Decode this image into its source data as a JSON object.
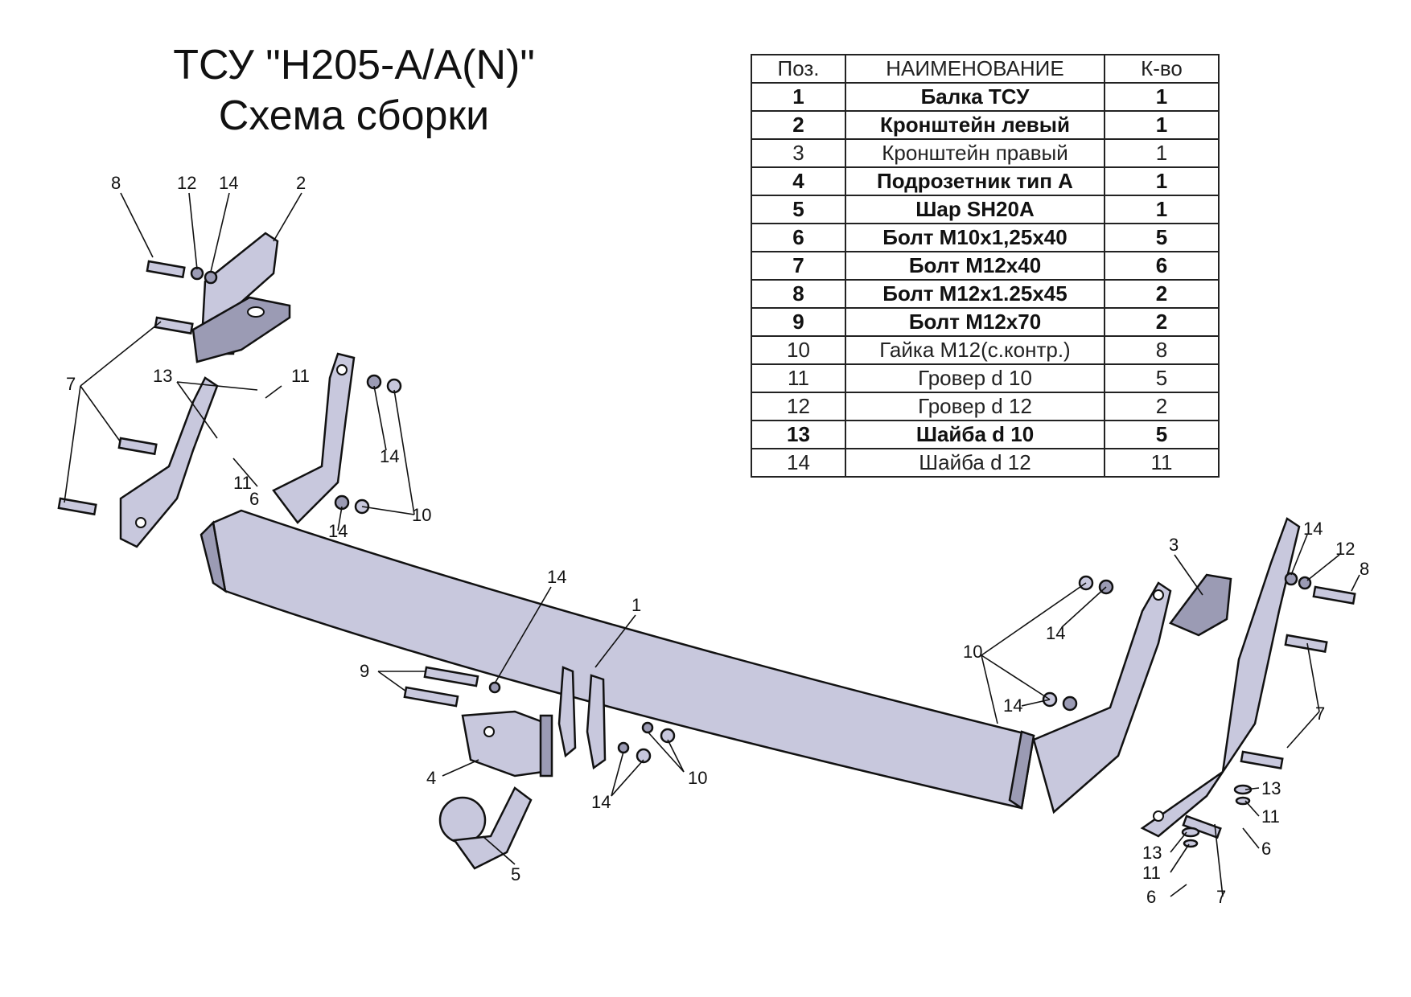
{
  "title": {
    "line1": "ТСУ \"H205-A/A(N)\"",
    "line2": "Схема сборки"
  },
  "table": {
    "headers": [
      "Поз.",
      "НАИМЕНОВАНИЕ",
      "К-во"
    ],
    "rows": [
      {
        "pos": "1",
        "name": "Балка ТСУ",
        "qty": "1",
        "bold": true
      },
      {
        "pos": "2",
        "name": "Кронштейн левый",
        "qty": "1",
        "bold": true
      },
      {
        "pos": "3",
        "name": "Кронштейн правый",
        "qty": "1",
        "bold": false
      },
      {
        "pos": "4",
        "name": "Подрозетник тип A",
        "qty": "1",
        "bold": true
      },
      {
        "pos": "5",
        "name": "Шар SH20A",
        "qty": "1",
        "bold": true
      },
      {
        "pos": "6",
        "name": "Болт М10х1,25х40",
        "qty": "5",
        "bold": true
      },
      {
        "pos": "7",
        "name": "Болт М12х40",
        "qty": "6",
        "bold": true
      },
      {
        "pos": "8",
        "name": "Болт М12х1.25х45",
        "qty": "2",
        "bold": true
      },
      {
        "pos": "9",
        "name": "Болт М12х70",
        "qty": "2",
        "bold": true
      },
      {
        "pos": "10",
        "name": "Гайка М12(с.контр.)",
        "qty": "8",
        "bold": false
      },
      {
        "pos": "11",
        "name": "Гровер d 10",
        "qty": "5",
        "bold": false
      },
      {
        "pos": "12",
        "name": "Гровер d 12",
        "qty": "2",
        "bold": false
      },
      {
        "pos": "13",
        "name": "Шайба d 10",
        "qty": "5",
        "bold": true
      },
      {
        "pos": "14",
        "name": "Шайба d 12",
        "qty": "11",
        "bold": false
      }
    ]
  },
  "callouts": [
    "8",
    "12",
    "14",
    "2",
    "7",
    "13",
    "11",
    "14",
    "6",
    "11",
    "14",
    "10",
    "14",
    "1",
    "9",
    "4",
    "14",
    "10",
    "5",
    "3",
    "14",
    "12",
    "8",
    "7",
    "10",
    "14",
    "14",
    "13",
    "11",
    "6",
    "13",
    "11",
    "6",
    "7"
  ]
}
